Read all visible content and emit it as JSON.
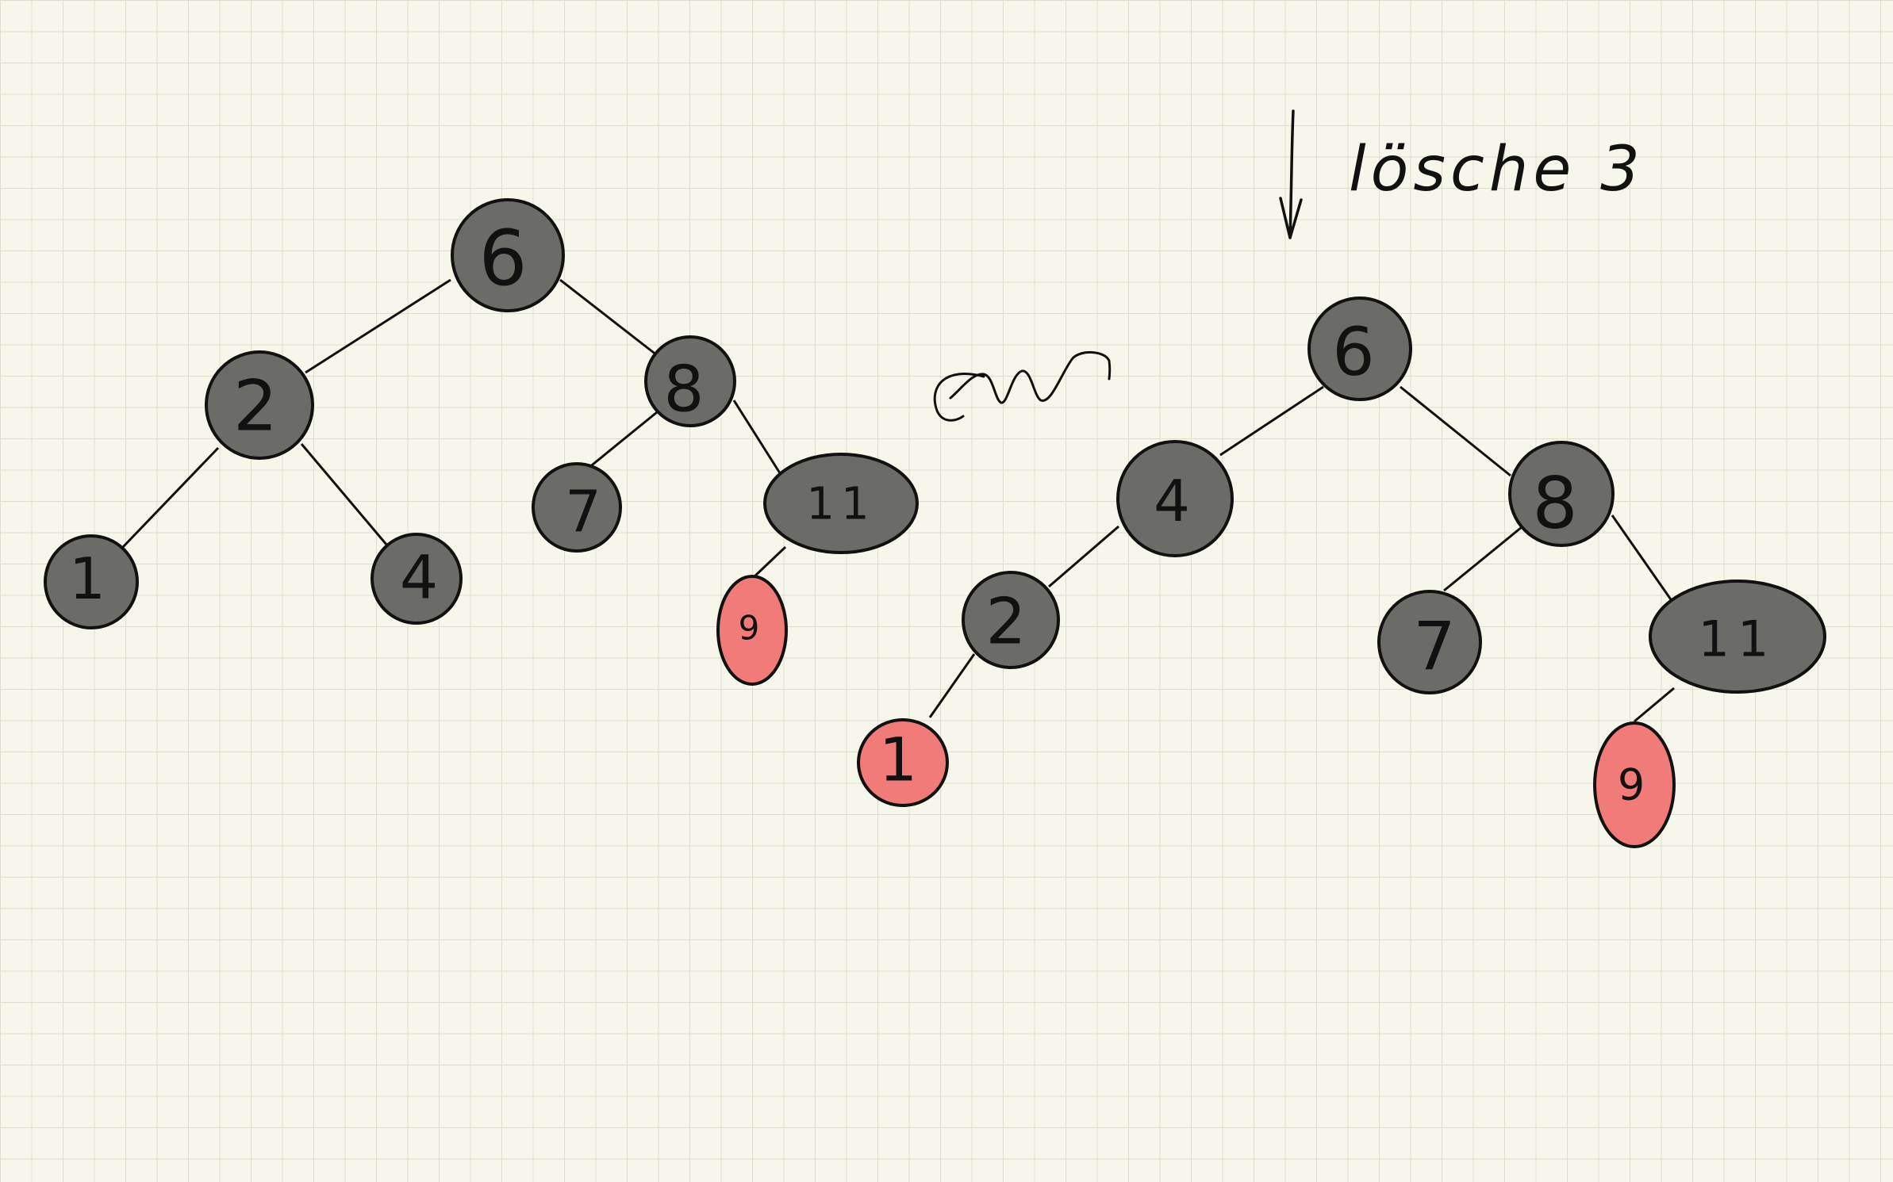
{
  "annotation": {
    "text": "lösche 3"
  },
  "colors": {
    "paper": "#f7f6ea",
    "grid": "#e0ddd0",
    "black_node": "#6b6b68",
    "red_node": "#f07b78",
    "stroke": "#111111"
  },
  "trees": [
    {
      "id": "before",
      "nodes": [
        {
          "id": "n6",
          "label": "6",
          "color": "black"
        },
        {
          "id": "n2",
          "label": "2",
          "color": "black"
        },
        {
          "id": "n8",
          "label": "8",
          "color": "black"
        },
        {
          "id": "n1",
          "label": "1",
          "color": "black"
        },
        {
          "id": "n4",
          "label": "4",
          "color": "black"
        },
        {
          "id": "n7",
          "label": "7",
          "color": "black"
        },
        {
          "id": "n11",
          "label": "11",
          "color": "black"
        },
        {
          "id": "n9",
          "label": "9",
          "color": "red"
        }
      ],
      "edges": [
        [
          "n6",
          "n2"
        ],
        [
          "n6",
          "n8"
        ],
        [
          "n2",
          "n1"
        ],
        [
          "n2",
          "n4"
        ],
        [
          "n8",
          "n7"
        ],
        [
          "n8",
          "n11"
        ],
        [
          "n11",
          "n9"
        ]
      ]
    },
    {
      "id": "after",
      "nodes": [
        {
          "id": "m6",
          "label": "6",
          "color": "black"
        },
        {
          "id": "m4",
          "label": "4",
          "color": "black"
        },
        {
          "id": "m8",
          "label": "8",
          "color": "black"
        },
        {
          "id": "m2",
          "label": "2",
          "color": "black"
        },
        {
          "id": "m1",
          "label": "1",
          "color": "red"
        },
        {
          "id": "m7",
          "label": "7",
          "color": "black"
        },
        {
          "id": "m11",
          "label": "11",
          "color": "black"
        },
        {
          "id": "m9",
          "label": "9",
          "color": "red"
        }
      ],
      "edges": [
        [
          "m6",
          "m4"
        ],
        [
          "m6",
          "m8"
        ],
        [
          "m4",
          "m2"
        ],
        [
          "m2",
          "m1"
        ],
        [
          "m8",
          "m7"
        ],
        [
          "m8",
          "m11"
        ],
        [
          "m11",
          "m9"
        ]
      ]
    }
  ]
}
